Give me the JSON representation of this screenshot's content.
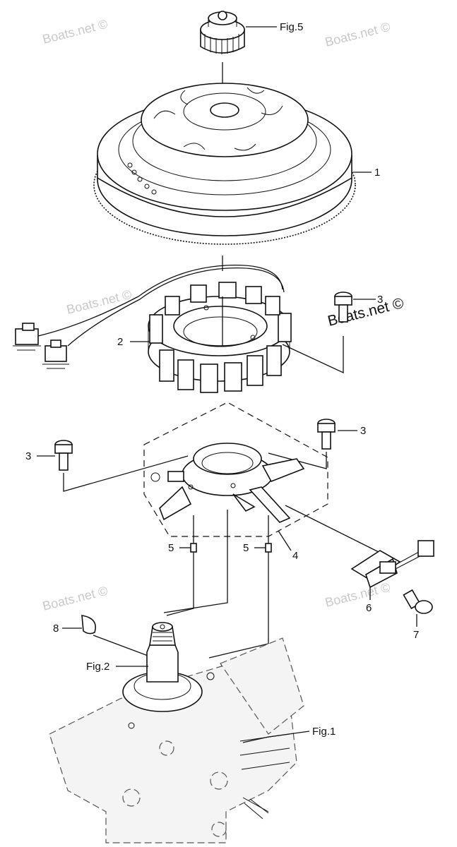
{
  "watermarks": [
    "Boats.net ©",
    "Boats.net ©",
    "Boats.net ©",
    "Boats.net ©",
    "Boats.net ©",
    "Boats.net ©"
  ],
  "callouts": {
    "fig5": "Fig.5",
    "p1": "1",
    "p2": "2",
    "p3a": "3",
    "p3b": "3",
    "p3c": "3",
    "p4": "4",
    "p5a": "5",
    "p5b": "5",
    "p6": "6",
    "p7": "7",
    "p8": "8",
    "fig2": "Fig.2",
    "fig1": "Fig.1"
  }
}
